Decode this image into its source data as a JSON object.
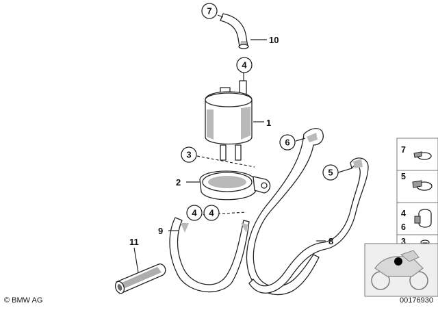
{
  "callouts": {
    "c7": "7",
    "c4_top": "4",
    "c3": "3",
    "c6": "6",
    "c5": "5",
    "c4_left": "4",
    "c4_right": "4"
  },
  "labels": {
    "l10": "10",
    "l1": "1",
    "l2": "2",
    "l9": "9",
    "l11": "11",
    "l8": "8"
  },
  "side_index": {
    "i7": "7",
    "i5": "5",
    "i4": "4",
    "i6": "6",
    "i3": "3"
  },
  "copyright": "© BMW AG",
  "diagram_number": "00176930"
}
